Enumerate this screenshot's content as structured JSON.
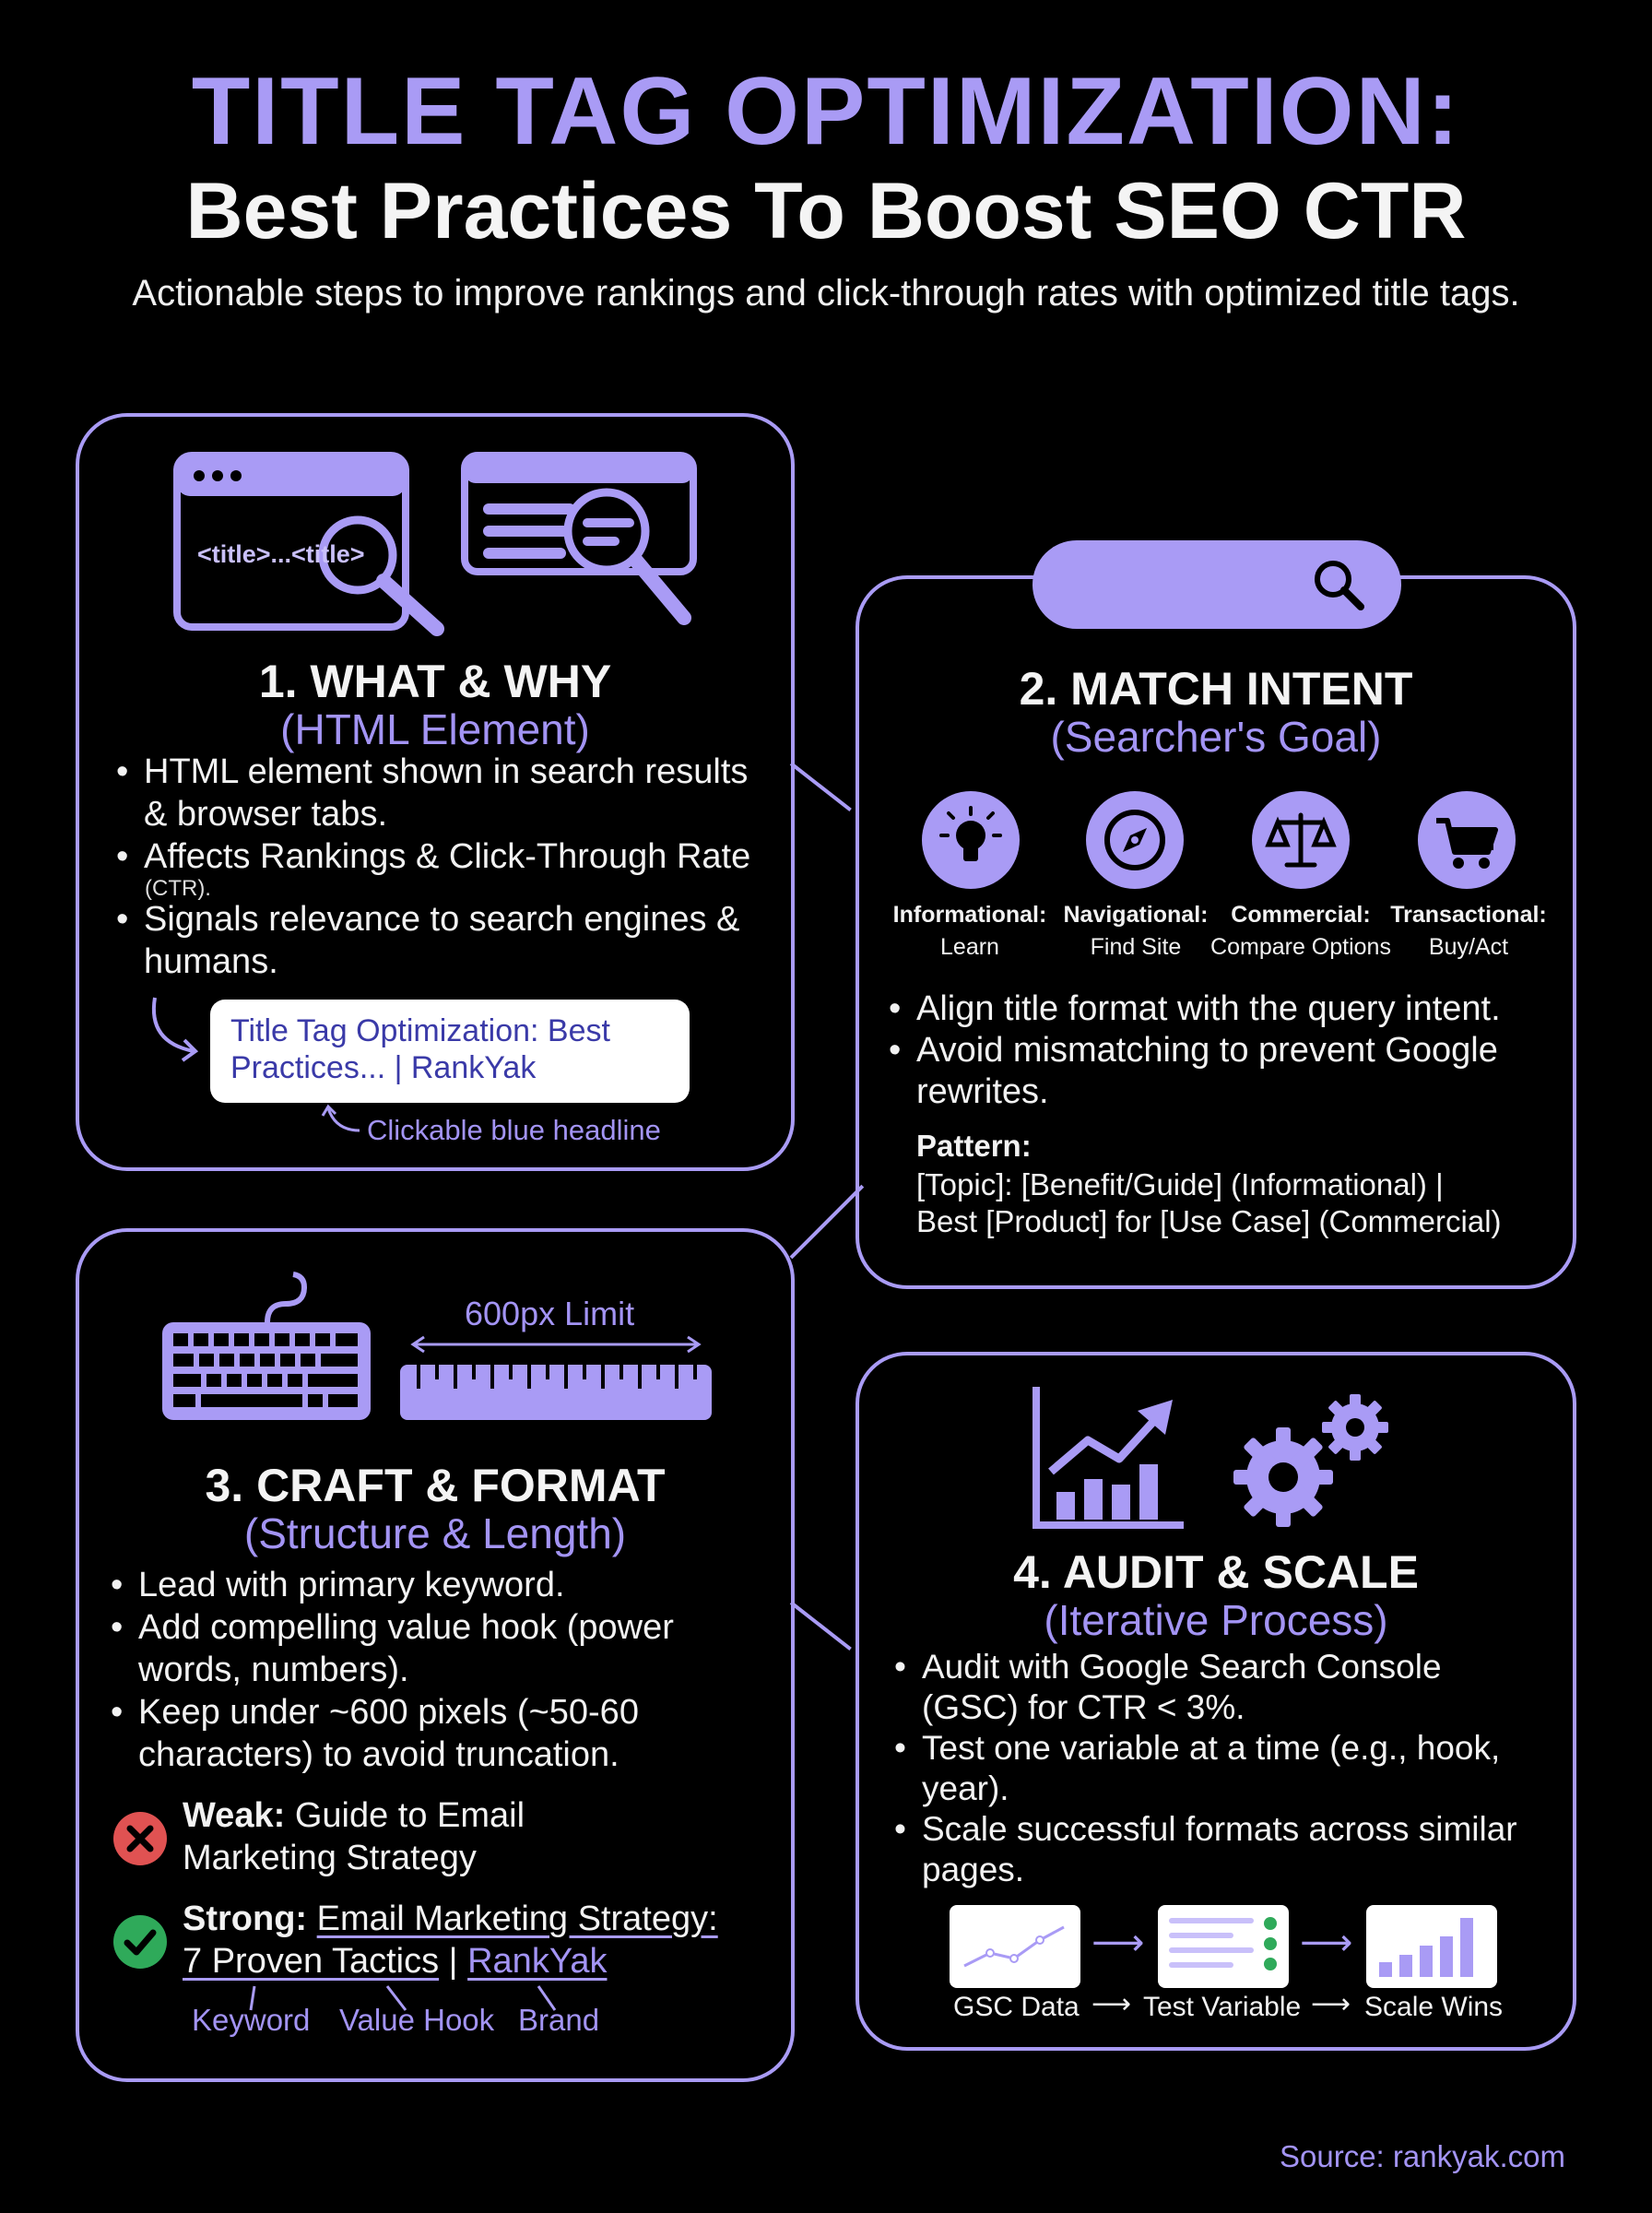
{
  "header": {
    "title": "TITLE TAG OPTIMIZATION:",
    "subtitle": "Best Practices To Boost SEO CTR",
    "tagline": "Actionable steps to improve rankings and click-through rates with optimized title tags."
  },
  "card1": {
    "code_text": "<title>...<title>",
    "heading": "1. WHAT & WHY",
    "subheading": "(HTML Element)",
    "bullets": [
      "HTML element shown in search results & browser tabs.",
      "Affects Rankings & Click-Through Rate",
      "Signals relevance to search engines & humans."
    ],
    "bullet_note": "(CTR).",
    "example_title": "Title Tag Optimization: Best Practices... | RankYak",
    "example_caption": "Clickable blue headline"
  },
  "card2": {
    "heading": "2. MATCH INTENT",
    "subheading": "(Searcher's Goal)",
    "intents": [
      {
        "label": "Informational:",
        "desc": "Learn",
        "icon": "lightbulb-icon"
      },
      {
        "label": "Navigational:",
        "desc": "Find Site",
        "icon": "compass-icon"
      },
      {
        "label": "Commercial:",
        "desc": "Compare Options",
        "icon": "scales-icon"
      },
      {
        "label": "Transactional:",
        "desc": "Buy/Act",
        "icon": "cart-icon"
      }
    ],
    "bullets": [
      "Align title format with the query intent.",
      "Avoid mismatching to prevent Google rewrites."
    ],
    "pattern_label": "Pattern:",
    "pattern_line1": "[Topic]: [Benefit/Guide] (Informational) |",
    "pattern_line2": "Best [Product] for [Use Case] (Commercial)"
  },
  "card3": {
    "limit_label": "600px Limit",
    "heading": "3. CRAFT & FORMAT",
    "subheading": "(Structure & Length)",
    "bullets": [
      "Lead with primary keyword.",
      "Add compelling value hook (power words, numbers).",
      "Keep under ~600 pixels (~50-60 characters) to avoid truncation."
    ],
    "weak_label": "Weak:",
    "weak_line1": "Guide to Email",
    "weak_line2": "Marketing Strategy",
    "strong_label": "Strong:",
    "strong_line1": "Email Marketing Strategy:",
    "strong_part_hook": "7 Proven Tactics",
    "strong_sep": "|",
    "strong_part_brand": "RankYak",
    "anno_keyword": "Keyword",
    "anno_hook": "Value Hook",
    "anno_brand": "Brand"
  },
  "card4": {
    "heading": "4. AUDIT & SCALE",
    "subheading": "(Iterative Process)",
    "bullets": [
      "Audit with Google Search Console (GSC) for CTR < 3%.",
      "Test one variable at a time (e.g., hook, year).",
      "Scale successful formats across similar pages."
    ],
    "flow": [
      "GSC Data",
      "Test Variable",
      "Scale Wins"
    ],
    "flow_arrow": "⟶"
  },
  "footer": {
    "source": "Source: rankyak.com"
  },
  "colors": {
    "accent": "#a99bf5",
    "background": "#000000",
    "error": "#e05252",
    "success": "#2faa5a"
  }
}
